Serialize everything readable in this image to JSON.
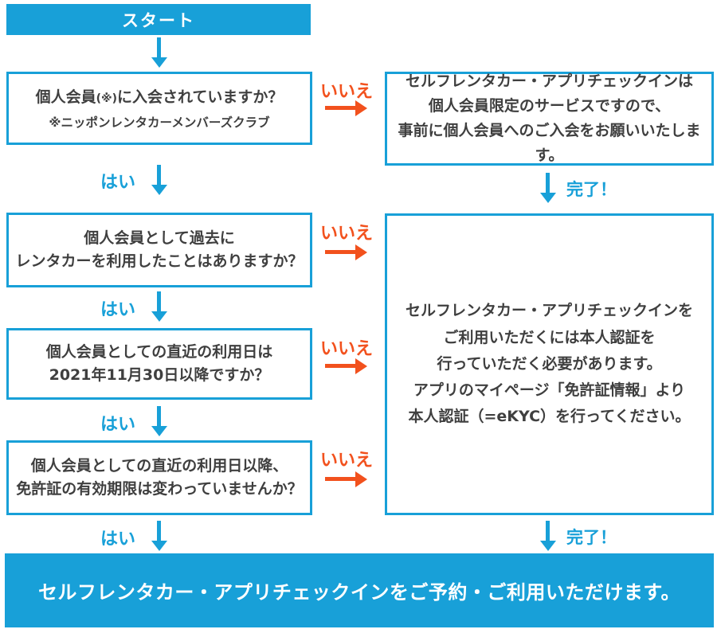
{
  "colors": {
    "cyan": "#18A0D8",
    "orange": "#F2511D",
    "text_dark": "#3F3F3F",
    "white": "#FFFFFF"
  },
  "labels": {
    "yes": "はい",
    "no": "いいえ",
    "done": "完了！"
  },
  "start": {
    "label": "スタート"
  },
  "questions": [
    {
      "text_before_ref": "個人会員",
      "ref": "(※)",
      "text_after_ref": "に入会されていますか？",
      "note": "※ニッポンレンタカーメンバーズクラブ"
    },
    {
      "lines": [
        "個人会員として過去に",
        "レンタカーを利用したことはありますか？"
      ]
    },
    {
      "lines": [
        "個人会員としての直近の利用日は",
        "2021年11月30日以降ですか？"
      ]
    },
    {
      "lines": [
        "個人会員としての直近の利用日以降、",
        "免許証の有効期限は変わっていませんか？"
      ]
    }
  ],
  "results": {
    "membership": {
      "lines": [
        "セルフレンタカー・アプリチェックインは",
        "個人会員限定のサービスですので、",
        "事前に個人会員へのご入会をお願いいたします。"
      ]
    },
    "ekyc": {
      "lines": [
        "セルフレンタカー・アプリチェックインを",
        "ご利用いただくには本人認証を",
        "行っていただく必要があります。",
        "アプリのマイページ「免許証情報」より",
        "本人認証（=eKYC）を行ってください。"
      ]
    },
    "final": {
      "label": "セルフレンタカー・アプリチェックインをご予約・ご利用いただけます。"
    }
  }
}
